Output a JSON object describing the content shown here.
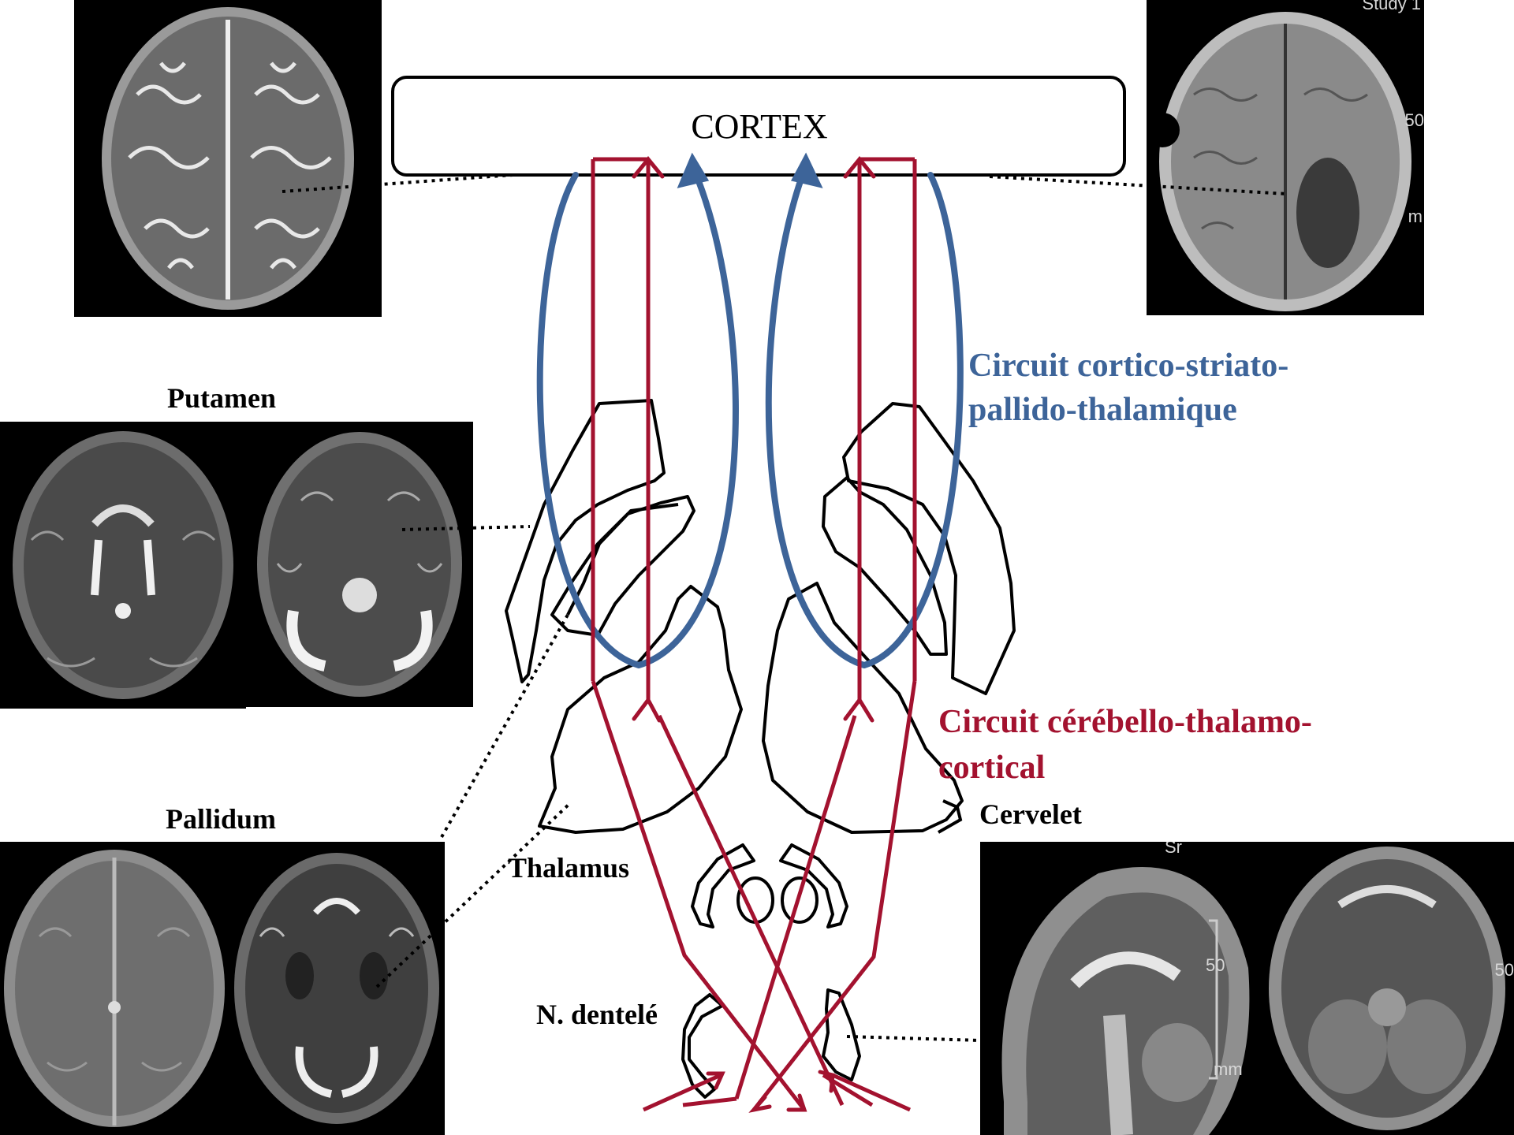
{
  "diagram": {
    "cortex_label": "CORTEX",
    "circuit_striato_line1": "Circuit cortico-striato-",
    "circuit_striato_line2": "pallido-thalamique",
    "circuit_cerebello_line1": "Circuit cérébello-thalamo-",
    "circuit_cerebello_line2": "cortical",
    "label_putamen": "Putamen",
    "label_pallidum": "Pallidum",
    "label_thalamus": "Thalamus",
    "label_cervelet": "Cervelet",
    "label_dentele": "N. dentelé",
    "colors": {
      "striato_circuit": "#3d6499",
      "cerebello_circuit": "#a3122f",
      "outline": "#000000"
    }
  },
  "mri_overlays": {
    "top_right_corner": "Study 1",
    "top_right_scale": "50",
    "top_right_unit": "m",
    "sagittal_scale": "50",
    "sagittal_unit": "mm",
    "sagittal_top": "Sr",
    "axial_bottom_scale": "50"
  }
}
